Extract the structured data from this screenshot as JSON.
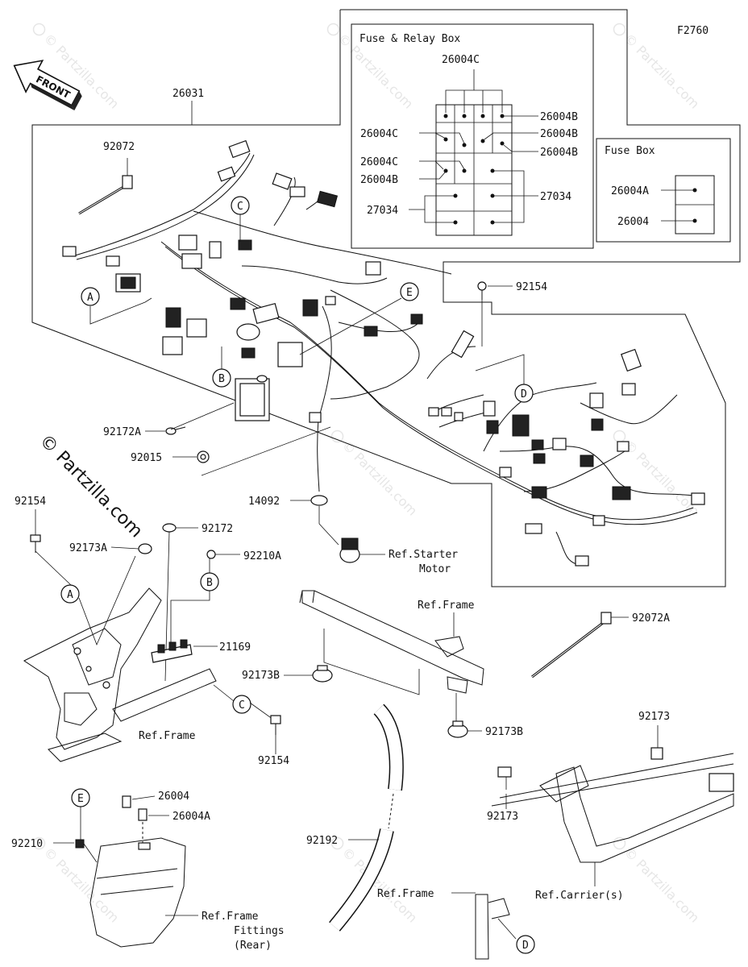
{
  "figure_code": "F2760",
  "front_label": "FRONT",
  "watermark": "© Partzilla.com",
  "fuse_relay_box": {
    "title": "Fuse & Relay Box",
    "labels": [
      "26004C",
      "26004B",
      "26004C",
      "26004B",
      "26004B",
      "26004C",
      "26004B",
      "27034",
      "27034"
    ]
  },
  "fuse_box": {
    "title": "Fuse Box",
    "labels": [
      "26004A",
      "26004"
    ]
  },
  "parts": [
    "26031",
    "92072",
    "92154",
    "92172A",
    "92015",
    "14092",
    "92154",
    "92173A",
    "92172",
    "92210A",
    "21169",
    "92154",
    "92072A",
    "92173B",
    "92173B",
    "92173",
    "92173",
    "26004",
    "26004A",
    "92210",
    "92192"
  ],
  "callouts": [
    "A",
    "B",
    "C",
    "D",
    "E",
    "A",
    "B",
    "C",
    "E",
    "D"
  ],
  "refs": {
    "starter_l1": "Ref.Starter",
    "starter_l2": "Motor",
    "frame1": "Ref.Frame",
    "frame2": "Ref.Frame",
    "frame3": "Ref.Frame",
    "carrier": "Ref.Carrier(s)",
    "fittings_l1": "Ref.Frame",
    "fittings_l2": "Fittings",
    "fittings_l3": "(Rear)"
  }
}
